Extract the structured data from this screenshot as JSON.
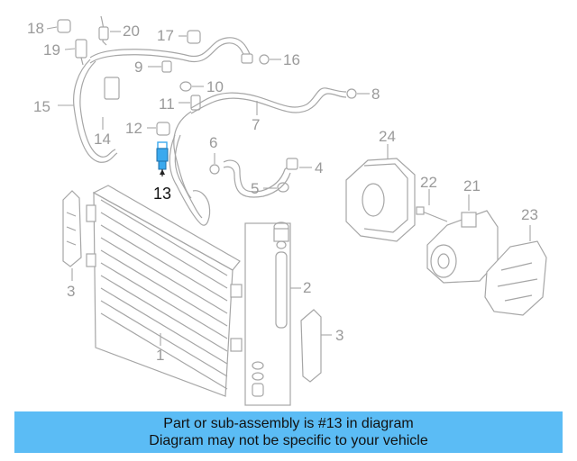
{
  "diagram": {
    "callouts": {
      "c1": "1",
      "c2": "2",
      "c3a": "3",
      "c3b": "3",
      "c4": "4",
      "c5": "5",
      "c6": "6",
      "c7": "7",
      "c8": "8",
      "c9": "9",
      "c10": "10",
      "c11": "11",
      "c12": "12",
      "c13": "13",
      "c14": "14",
      "c15": "15",
      "c16": "16",
      "c17": "17",
      "c18": "18",
      "c19": "19",
      "c20": "20",
      "c21": "21",
      "c22": "22",
      "c23": "23",
      "c24": "24"
    },
    "highlighted_part": "13",
    "colors": {
      "highlight_part": "#3aa9ee",
      "line_art": "#a6a6a6",
      "callout_text": "#9a9a9a",
      "banner": "#5bbcf5"
    }
  },
  "banner": {
    "line1": "Part or sub-assembly is #13 in diagram",
    "line2": "Diagram may not be specific to your vehicle"
  }
}
